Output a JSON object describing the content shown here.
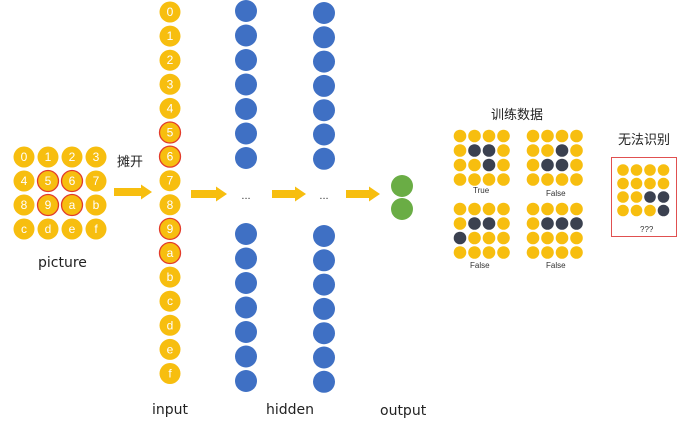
{
  "colors": {
    "node_yellow": "#f7be0f",
    "node_outline_red": "#e23b2a",
    "hidden_blue": "#3f70c4",
    "output_green": "#6aad45",
    "dark_pixel": "#3b4150",
    "arrow": "#f7be0f",
    "frame_red": "#e05050"
  },
  "picture": {
    "label": "picture",
    "grid": [
      [
        "0",
        "1",
        "2",
        "3"
      ],
      [
        "4",
        "5",
        "6",
        "7"
      ],
      [
        "8",
        "9",
        "a",
        "b"
      ],
      [
        "c",
        "d",
        "e",
        "f"
      ]
    ],
    "highlighted": [
      "5",
      "6",
      "9",
      "a"
    ]
  },
  "flatten_label": "摊开",
  "input": {
    "label": "input",
    "nodes": [
      "0",
      "1",
      "2",
      "3",
      "4",
      "5",
      "6",
      "7",
      "8",
      "9",
      "a",
      "b",
      "c",
      "d",
      "e",
      "f"
    ],
    "highlighted": [
      "5",
      "6",
      "9",
      "a"
    ]
  },
  "hidden": {
    "label": "hidden",
    "ellipsis": "..."
  },
  "output": {
    "label": "output"
  },
  "training": {
    "title": "训练数据",
    "samples": [
      {
        "label": "True",
        "dark_cells": [
          [
            1,
            1
          ],
          [
            1,
            2
          ],
          [
            2,
            2
          ]
        ]
      },
      {
        "label": "False",
        "dark_cells": [
          [
            1,
            2
          ],
          [
            2,
            1
          ],
          [
            2,
            2
          ]
        ]
      },
      {
        "label": "False",
        "dark_cells": [
          [
            1,
            1
          ],
          [
            1,
            2
          ],
          [
            2,
            0
          ]
        ]
      },
      {
        "label": "False",
        "dark_cells": [
          [
            1,
            1
          ],
          [
            1,
            2
          ],
          [
            1,
            3
          ]
        ]
      }
    ]
  },
  "unknown": {
    "title": "无法识别",
    "label": "???",
    "dark_cells": [
      [
        2,
        2
      ],
      [
        2,
        3
      ],
      [
        3,
        3
      ]
    ]
  }
}
